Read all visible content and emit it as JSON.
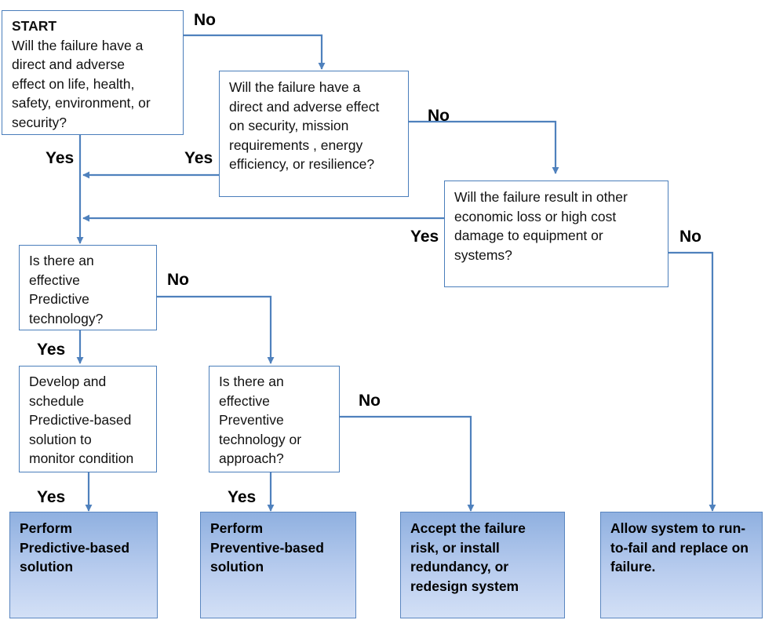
{
  "nodes": {
    "start": {
      "start_label": "START",
      "lines": [
        "Will the failure have a",
        "direct  and adverse",
        "effect on  life, health,",
        "safety, environment, or",
        "security?"
      ]
    },
    "q_security": {
      "lines": [
        "Will the failure have a",
        "direct  and adverse effect",
        "on security, mission",
        "requirements , energy",
        "efficiency, or resilience?"
      ]
    },
    "q_economic": {
      "lines": [
        "Will the failure result in other",
        "economic loss  or high cost",
        "damage to equipment or",
        "systems?"
      ]
    },
    "q_predictive": {
      "lines": [
        "Is there an",
        "effective",
        "Predictive",
        "technology?"
      ]
    },
    "develop_predictive": {
      "lines": [
        "Develop and",
        "schedule",
        "Predictive-based",
        "solution to",
        "monitor condition"
      ]
    },
    "q_preventive": {
      "lines": [
        "Is there an",
        "effective",
        "Preventive",
        "technology or",
        "approach?"
      ]
    },
    "t_predictive": {
      "lines": [
        "Perform",
        "Predictive-based",
        "solution"
      ]
    },
    "t_preventive": {
      "lines": [
        "Perform",
        "Preventive-based",
        "solution"
      ]
    },
    "t_accept": {
      "lines": [
        "Accept the failure",
        "risk, or install",
        "redundancy, or",
        "redesign system"
      ]
    },
    "t_runtofail": {
      "lines": [
        "Allow system to run-",
        "to-fail and replace on",
        "failure."
      ]
    }
  },
  "edge_labels": {
    "start_no": "No",
    "start_yes": "Yes",
    "security_yes": "Yes",
    "security_no": "No",
    "economic_yes": "Yes",
    "economic_no": "No",
    "predictive_no": "No",
    "predictive_yes": "Yes",
    "develop_yes": "Yes",
    "preventive_no": "No",
    "preventive_yes": "Yes"
  },
  "colors": {
    "connector": "#4f81bd",
    "box_border": "#4a7ebb",
    "terminal_fill_top": "#8fb0e0",
    "terminal_fill_bottom": "#d3e0f6"
  }
}
